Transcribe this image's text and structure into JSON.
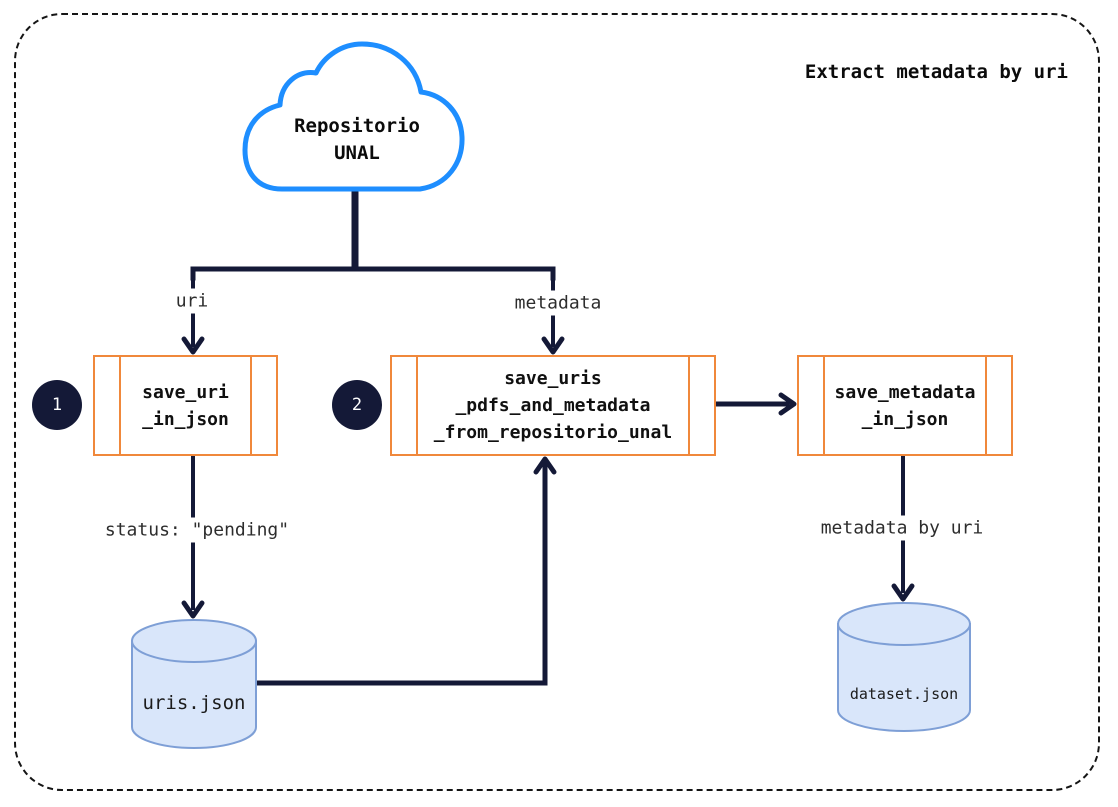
{
  "diagram": {
    "title": "Extract metadata by uri",
    "cloud": {
      "label": "Repositorio\nUNAL"
    },
    "steps": [
      {
        "number": "1",
        "label": "save_uri\n_in_json"
      },
      {
        "number": "2",
        "label": "save_uris\n_pdfs_and_metadata\n_from_repositorio_unal"
      },
      {
        "label": "save_metadata\n_in_json"
      }
    ],
    "edges": {
      "uri": "uri",
      "metadata": "metadata",
      "status_pending": "status: \"pending\"",
      "metadata_by_uri": "metadata by uri"
    },
    "datastores": [
      {
        "label": "uris.json"
      },
      {
        "label": "dataset.json"
      }
    ],
    "colors": {
      "line_navy": "#141937",
      "box_orange": "#F0883B",
      "cloud_blue": "#1E8EFF",
      "cylinder_fill": "#D9E6FA",
      "cylinder_stroke": "#7E9FD6",
      "dashed_border": "#151515"
    }
  }
}
